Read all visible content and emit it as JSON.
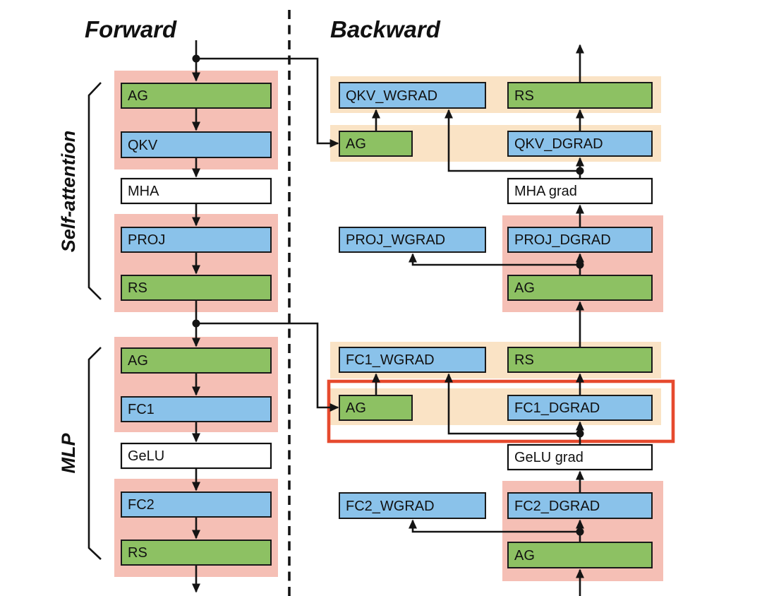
{
  "titles": {
    "forward": "Forward",
    "backward": "Backward"
  },
  "sections": {
    "self_attention": "Self-attention",
    "mlp": "MLP"
  },
  "colors": {
    "allgather_green": "#8dc163",
    "gemm_blue": "#8ac2ea",
    "forward_block_pink": "#f5bfb5",
    "backward_block_orange": "#fae3c5",
    "highlight_red": "#e64a2e",
    "line_black": "#141414",
    "plain_white": "#ffffff"
  },
  "forward": {
    "self_attention": {
      "ag": "AG",
      "qkv": "QKV",
      "mha": "MHA",
      "proj": "PROJ",
      "rs": "RS"
    },
    "mlp": {
      "ag": "AG",
      "fc1": "FC1",
      "gelu": "GeLU",
      "fc2": "FC2",
      "rs": "RS"
    }
  },
  "backward": {
    "self_attention": {
      "qkv_wgrad": "QKV_WGRAD",
      "rs": "RS",
      "ag_upper": "AG",
      "qkv_dgrad": "QKV_DGRAD",
      "mha_grad": "MHA grad",
      "proj_wgrad": "PROJ_WGRAD",
      "proj_dgrad": "PROJ_DGRAD",
      "ag_lower": "AG"
    },
    "mlp": {
      "fc1_wgrad": "FC1_WGRAD",
      "rs": "RS",
      "ag_upper": "AG",
      "fc1_dgrad": "FC1_DGRAD",
      "gelu_grad": "GeLU grad",
      "fc2_wgrad": "FC2_WGRAD",
      "fc2_dgrad": "FC2_DGRAD",
      "ag_lower": "AG"
    }
  }
}
